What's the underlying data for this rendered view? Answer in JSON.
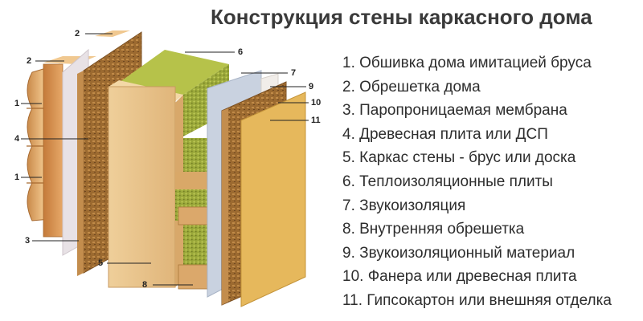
{
  "title": "Конструкция стены каркасного дома",
  "legend": [
    "1. Обшивка дома имитацией бруса",
    "2. Обрешетка дома",
    "3. Паропроницаемая мембрана",
    "4. Древесная плита или ДСП",
    "5. Каркас стены - брус или доска",
    "6. Теплоизоляционные плиты",
    "7. Звукоизоляция",
    "8. Внутренняя обрешетка",
    "9. Звукоизоляционный материал",
    "10. Фанера или древесная плита",
    "11. Гипсокартон или внешняя отделка"
  ],
  "callouts": [
    "2",
    "2",
    "1",
    "4",
    "1",
    "3",
    "5",
    "8",
    "6",
    "7",
    "9",
    "10",
    "11"
  ],
  "colors": {
    "wood_light": "#e8c08a",
    "wood_dark": "#c98a4a",
    "osb": "#b07a3a",
    "insulation": "#a3b03a",
    "membrane": "#e8e2e6",
    "sound_membrane": "#c9d2e0",
    "gypsum": "#e6b85c"
  }
}
